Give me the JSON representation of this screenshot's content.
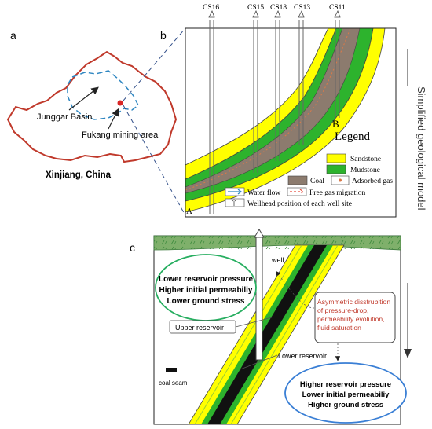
{
  "panels": {
    "a": "a",
    "b": "b",
    "c": "c"
  },
  "map": {
    "basin_label": "Junggar Basin",
    "mine_label": "Fukang mining area",
    "region_label": "Xinjiang, China"
  },
  "wells": [
    "CS16",
    "CS15",
    "CS18",
    "CS13",
    "CS11"
  ],
  "section": {
    "point_a": "A",
    "point_b": "B",
    "legend_title": "Legend",
    "legend_items": [
      "Sandstone",
      "Mudstone",
      "Coal",
      "Adsorbed gas",
      "Water flow",
      "Free gas migration",
      "Wellhead position of each well site"
    ]
  },
  "side_label": "Simplified geological model",
  "model": {
    "well_label": "well",
    "upper_box": [
      "Lower reservoir pressure",
      "Higher initial permeabiliy",
      "Lower ground stress"
    ],
    "upper_reservoir": "Upper reservoir",
    "lower_reservoir": "Lower reservoir",
    "lower_box": [
      "Higher reservoir pressure",
      "Lower initial permeabiliy",
      "Higher ground stress"
    ],
    "asym_box": [
      "Asymmetric disstrubition",
      "of pressure-drop,",
      "permeability evolution,",
      "fluid saturation"
    ],
    "coal_seam_key": "coal seam"
  },
  "colors": {
    "sandstone": "#ffff00",
    "mudstone": "#2db32d",
    "coal": "#8c7b6e",
    "map_border": "#c0392b",
    "water": "#2e86c1",
    "free_gas": "#e74c3c",
    "green_ellipse": "#27ae60",
    "blue_ellipse": "#3a7fd5",
    "text_red": "#c0392b"
  }
}
